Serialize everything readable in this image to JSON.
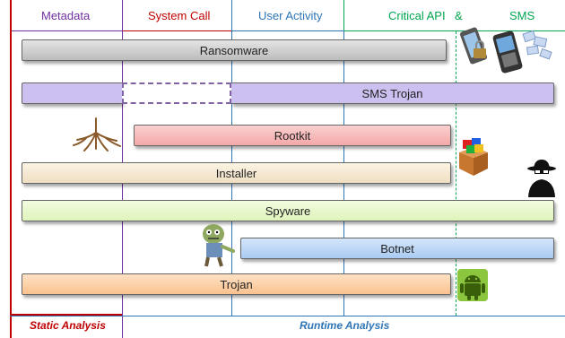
{
  "columns": {
    "metadata": "Metadata",
    "system_call": "System Call",
    "user_activity": "User Activity",
    "critical_api": "Critical API",
    "ampersand": "&",
    "sms": "SMS"
  },
  "bars": {
    "ransomware": "Ransomware",
    "sms_trojan": "SMS Trojan",
    "rootkit": "Rootkit",
    "installer": "Installer",
    "spyware": "Spyware",
    "botnet": "Botnet",
    "trojan": "Trojan"
  },
  "footer": {
    "static": "Static Analysis",
    "runtime": "Runtime Analysis"
  },
  "colors": {
    "metadata": "#7030a0",
    "system_call": "#c00000",
    "user_activity": "#2e75b6",
    "critical_api": "#00a651",
    "sms": "#00a651",
    "ransomware": "#d0d0d0",
    "sms_trojan": "#ccc0f0",
    "rootkit": "#f7b3b3",
    "installer": "#f4e8d0",
    "spyware": "#e6f7c8",
    "botnet": "#bcd6f7",
    "trojan": "#fcd2a8"
  }
}
